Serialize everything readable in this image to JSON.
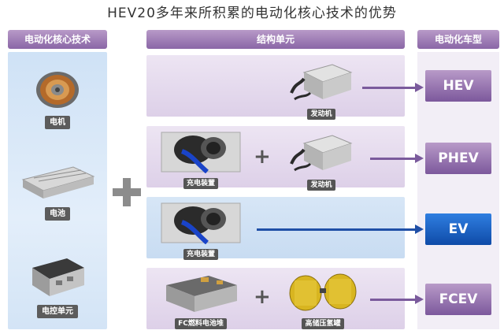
{
  "title": "HEV20多年来所积累的电动化核心技术的优势",
  "headers": {
    "left": "电动化核心技术",
    "middle": "结构单元",
    "right": "电动化车型"
  },
  "core_tech": [
    {
      "label": "电机"
    },
    {
      "label": "电池"
    },
    {
      "label": "电控单元"
    }
  ],
  "rows": [
    {
      "units": [
        "发动机"
      ],
      "vehicle": "HEV"
    },
    {
      "units": [
        "充电装置",
        "发动机"
      ],
      "vehicle": "PHEV"
    },
    {
      "units": [
        "充电装置"
      ],
      "vehicle": "EV"
    },
    {
      "units": [
        "FC燃料电池堆",
        "高储压氢罐"
      ],
      "vehicle": "FCEV"
    }
  ],
  "colors": {
    "header_purple": "#8a66a6",
    "vehicle_purple": "#7c589c",
    "vehicle_blue": "#0f4ba8",
    "left_panel": "#dde9f8"
  }
}
